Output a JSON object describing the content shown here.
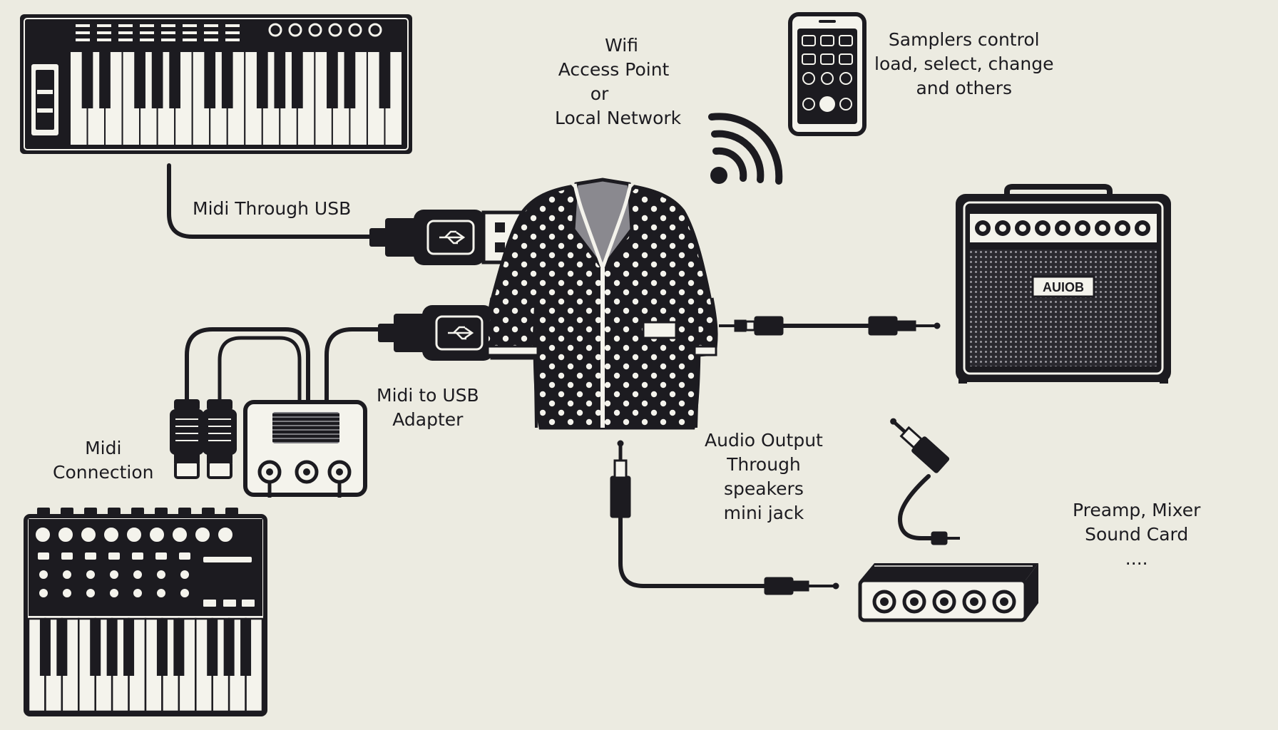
{
  "labels": {
    "wifi": [
      "Wifi",
      "Access Point",
      "or",
      "Local Network"
    ],
    "samplers": [
      "Samplers control",
      "load, select, change",
      "and others"
    ],
    "midi_usb": "Midi Through USB",
    "midi_adapter": [
      "Midi to USB",
      "Adapter"
    ],
    "midi_connection": [
      "Midi",
      "Connection"
    ],
    "audio_output": [
      "Audio Output",
      "Through",
      "speakers",
      "mini jack"
    ],
    "preamp": [
      "Preamp, Mixer",
      "Sound Card",
      "...."
    ],
    "amp_badge": "AUIOB"
  },
  "colors": {
    "background": "#ecebe1",
    "ink": "#1c1b20",
    "paper": "#f4f3ec"
  },
  "icons": [
    "midi-keyboard-icon",
    "usb-plug-icon",
    "midi-adapter-icon",
    "midi-din-plug-icon",
    "synth-keyboard-icon",
    "polka-dot-robe-icon",
    "wifi-signal-icon",
    "tablet-icon",
    "guitar-amp-icon",
    "mini-jack-icon",
    "audio-interface-icon"
  ]
}
